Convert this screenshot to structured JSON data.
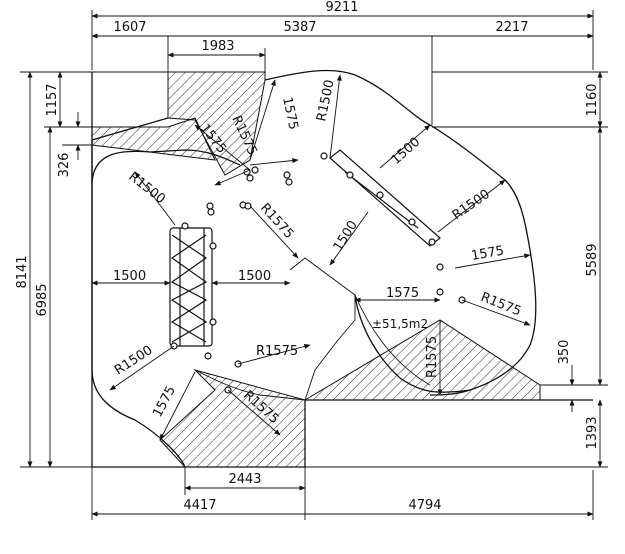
{
  "dims": {
    "total_width": "9211",
    "seg_1607": "1607",
    "seg_5387": "5387",
    "seg_2217": "2217",
    "seg_1983": "1983",
    "left_8141": "8141",
    "left_6985": "6985",
    "left_1157": "1157",
    "left_326": "326",
    "right_1160": "1160",
    "right_5589": "5589",
    "right_350": "350",
    "right_1393": "1393",
    "bottom_2443": "2443",
    "bottom_4417": "4417",
    "bottom_4794": "4794"
  },
  "annotations": {
    "r1575_top": "R1575",
    "d1575_top_right": "1575",
    "d1575_top_left": "1575",
    "r1500_top": "R1500",
    "d1500_top_right": "1500",
    "r1500_left": "R1500",
    "r1575_mid": "R1575",
    "d1500_mid": "1500",
    "r1500_right": "R1500",
    "d1575_right": "1575",
    "r1575_right": "R1575",
    "d1575_center": "1575",
    "d1500_left": "1500",
    "d1500_center": "1500",
    "r1500_bottom_left": "R1500",
    "r1575_bottom": "R1575",
    "d1575_bottom_left": "1575",
    "r1575_bottom_hatch": "R1575",
    "r1575_vertical": "R1575",
    "area": "±51,5m2"
  },
  "colors": {
    "line": "#111111",
    "background": "#ffffff"
  }
}
